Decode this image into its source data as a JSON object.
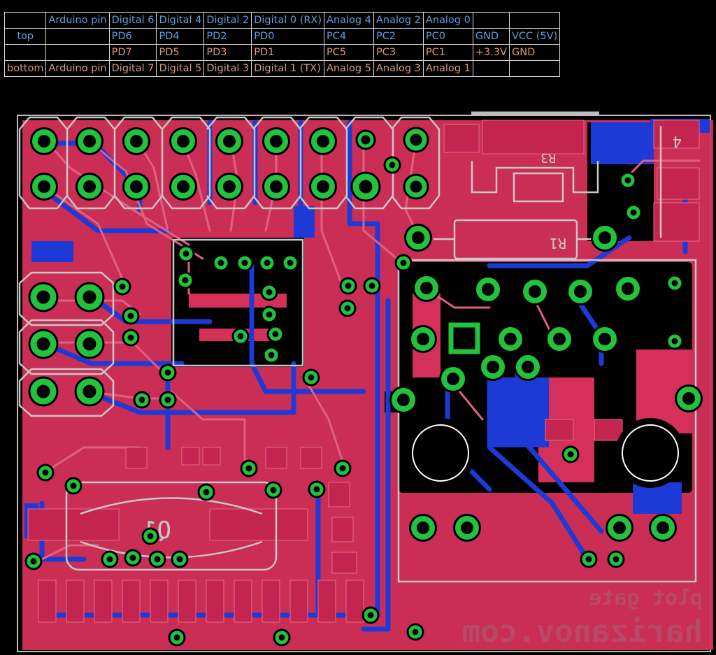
{
  "pin_table": {
    "rows": [
      {
        "side": "top",
        "label": "",
        "cells": [
          "Arduino pin",
          "Digital 6",
          "Digital 4",
          "Digital 2",
          "Digital 0 (RX)",
          "Analog 4",
          "Analog 2",
          "Analog 0",
          "",
          ""
        ]
      },
      {
        "side": "top",
        "label": "top",
        "cells": [
          "",
          "PD6",
          "PD4",
          "PD2",
          "PD0",
          "PC4",
          "PC2",
          "PC0",
          "GND",
          "VCC (5V)"
        ]
      },
      {
        "side": "bottom",
        "label": "",
        "cells": [
          "",
          "PD7",
          "PD5",
          "PD3",
          "PD1",
          "PC5",
          "PC3",
          "PC1",
          "+3.3V",
          "GND"
        ]
      },
      {
        "side": "bottom",
        "label": "bottom",
        "cells": [
          "Arduino pin",
          "Digital 7",
          "Digital 5",
          "Digital 3",
          "Digital 1 (TX)",
          "Analog 5",
          "Analog 3",
          "Analog 1",
          "",
          ""
        ]
      }
    ]
  },
  "board": {
    "silk": {
      "pcb_name": "plot gate",
      "website": "harizanov.com",
      "ref_q1": "Q1",
      "ref_r1": "R1",
      "ref_r3": "R3",
      "ref_4": "4"
    },
    "colors": {
      "background": "#000000",
      "top_copper": "#d5305a",
      "bottom_copper": "#1e3ad6",
      "pad": "#22c33a",
      "silkscreen": "#c8c8c8",
      "table_top_text": "#5f9ed8",
      "table_bottom_text": "#d99a7a"
    }
  }
}
